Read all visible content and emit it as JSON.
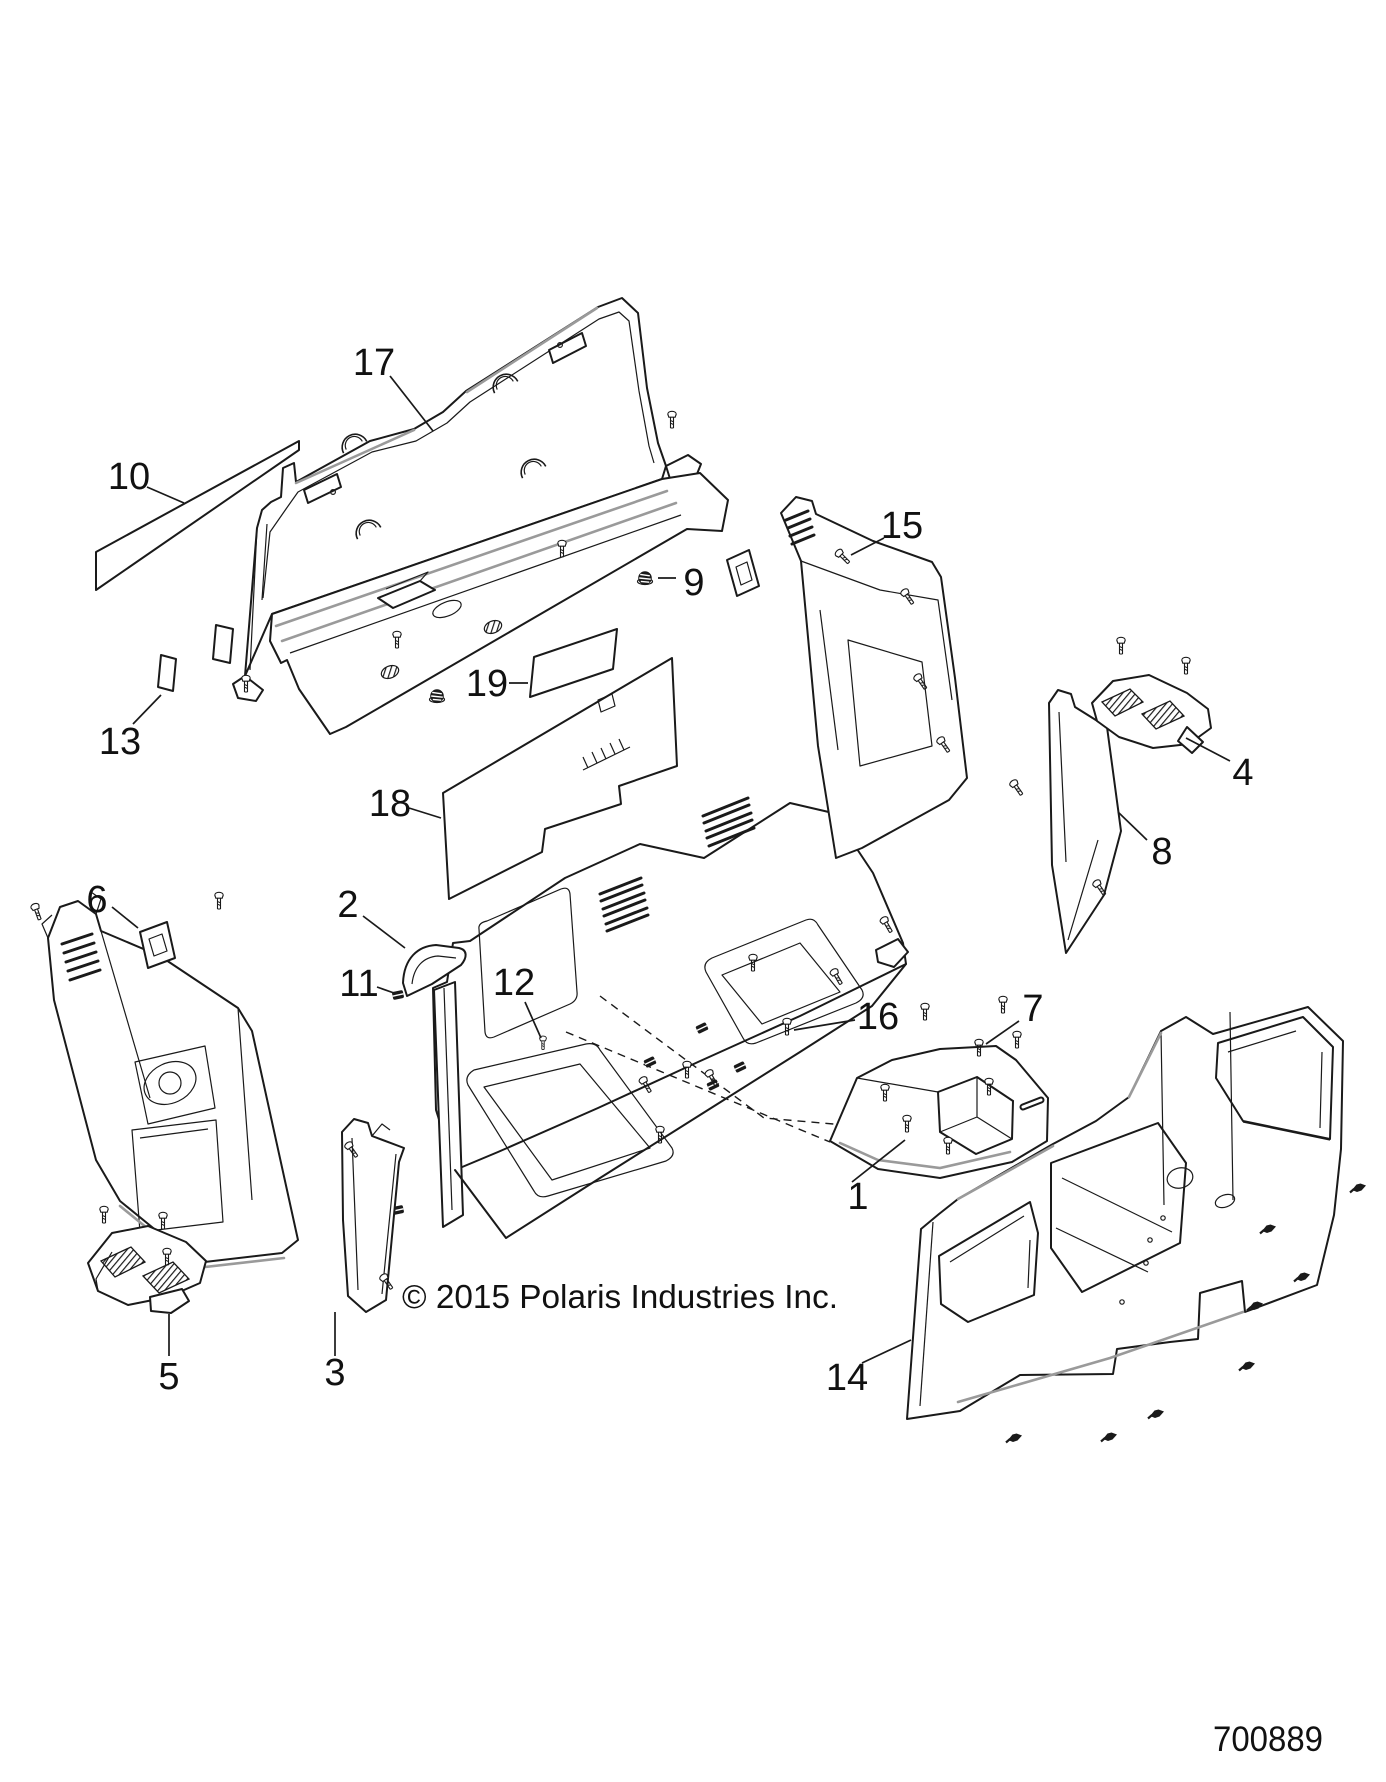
{
  "diagram": {
    "copyright": "© 2015 Polaris Industries Inc.",
    "figure_number": "700889",
    "colors": {
      "ink": "#1a1a1a",
      "accent": "#9a9a9a",
      "paper": "#ffffff"
    },
    "callouts": [
      {
        "num": "1"
      },
      {
        "num": "2"
      },
      {
        "num": "3"
      },
      {
        "num": "4"
      },
      {
        "num": "5"
      },
      {
        "num": "6"
      },
      {
        "num": "7"
      },
      {
        "num": "8"
      },
      {
        "num": "9"
      },
      {
        "num": "10"
      },
      {
        "num": "11"
      },
      {
        "num": "12"
      },
      {
        "num": "13"
      },
      {
        "num": "14"
      },
      {
        "num": "15"
      },
      {
        "num": "16"
      },
      {
        "num": "17"
      },
      {
        "num": "18"
      },
      {
        "num": "19"
      }
    ]
  }
}
